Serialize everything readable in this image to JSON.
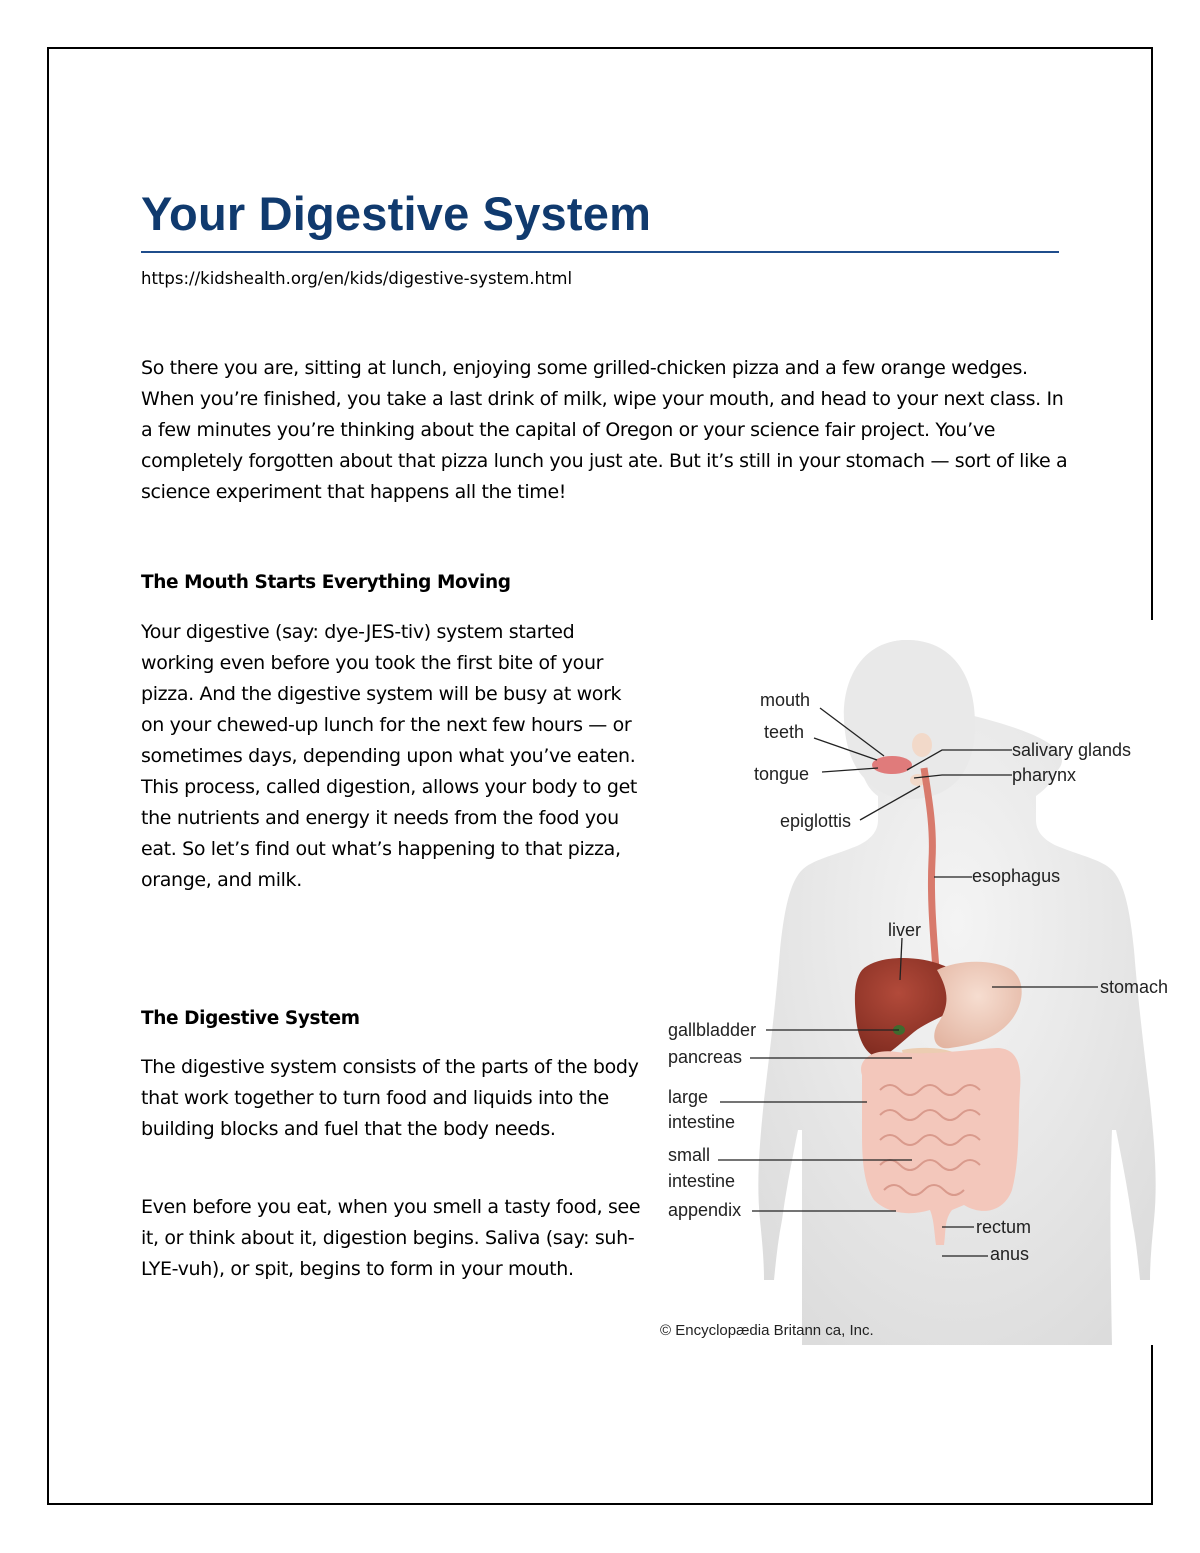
{
  "title": "Your Digestive System",
  "source_url": "https://kidshealth.org/en/kids/digestive-system.html",
  "intro": "So there you are, sitting at lunch, enjoying some grilled-chicken pizza and a few orange wedges. When you’re finished, you take a last drink of milk, wipe your mouth, and head to your next class. In a few minutes you’re thinking about the capital of Oregon or your science fair project. You’ve completely forgotten about that pizza lunch you just ate. But it’s still in your stomach — sort of like a science experiment that happens all the time!",
  "sections": [
    {
      "heading": "The Mouth Starts Everything Moving",
      "paragraphs": [
        "Your digestive (say: dye-JES-tiv) system started working even before you took the first bite of your pizza. And the digestive system will be busy at work on your chewed-up lunch for the next few hours — or sometimes days, depending upon what you’ve eaten. This process, called digestion, allows your body to get the nutrients and energy it needs from the food you eat. So let’s find out what’s happening to that pizza, orange, and milk."
      ]
    },
    {
      "heading": "The Digestive System",
      "paragraphs": [
        "The digestive system consists of the parts of the body that work together to turn food and liquids into the building blocks and fuel that the body needs.",
        "Even before you eat, when you smell a tasty food, see it, or think about it, digestion begins. Saliva (say: suh-LYE-vuh), or spit, begins to form in your mouth."
      ]
    }
  ],
  "figure": {
    "labels": {
      "mouth": "mouth",
      "teeth": "teeth",
      "tongue": "tongue",
      "epiglottis": "epiglottis",
      "salivary_glands": "salivary glands",
      "pharynx": "pharynx",
      "esophagus": "esophagus",
      "liver": "liver",
      "stomach": "stomach",
      "gallbladder": "gallbladder",
      "pancreas": "pancreas",
      "large_intestine_1": "large",
      "large_intestine_2": "intestine",
      "small_intestine_1": "small",
      "small_intestine_2": "intestine",
      "appendix": "appendix",
      "rectum": "rectum",
      "anus": "anus"
    },
    "credit": "© Encyclopædia Britann ca, Inc."
  },
  "colors": {
    "title": "#103a6e",
    "rule": "#1f4d8c"
  }
}
